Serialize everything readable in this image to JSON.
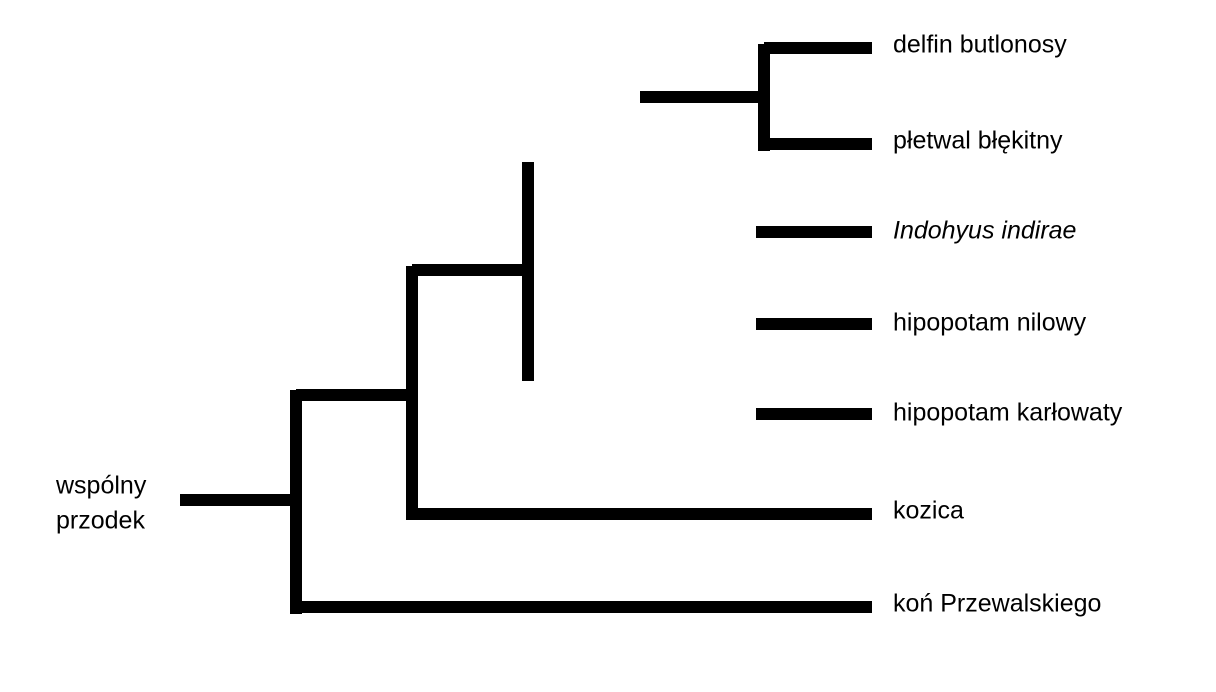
{
  "diagram": {
    "type": "phylogenetic-tree",
    "root_label_lines": [
      "wspólny",
      "przodek"
    ],
    "leaves": [
      {
        "id": "delfin",
        "label": "delfin butlonosy",
        "italic": false
      },
      {
        "id": "pletwal",
        "label": "płetwal błękitny",
        "italic": false
      },
      {
        "id": "indohyus",
        "label": "Indohyus indirae",
        "italic": true
      },
      {
        "id": "hipo-nil",
        "label": "hipopotam nilowy",
        "italic": false
      },
      {
        "id": "hipo-karl",
        "label": "hipopotam karłowaty",
        "italic": false
      },
      {
        "id": "kozica",
        "label": "kozica",
        "italic": false
      },
      {
        "id": "kon",
        "label": "koń Przewalskiego",
        "italic": false
      }
    ],
    "line_color": "#000000",
    "text_color": "#000000"
  }
}
